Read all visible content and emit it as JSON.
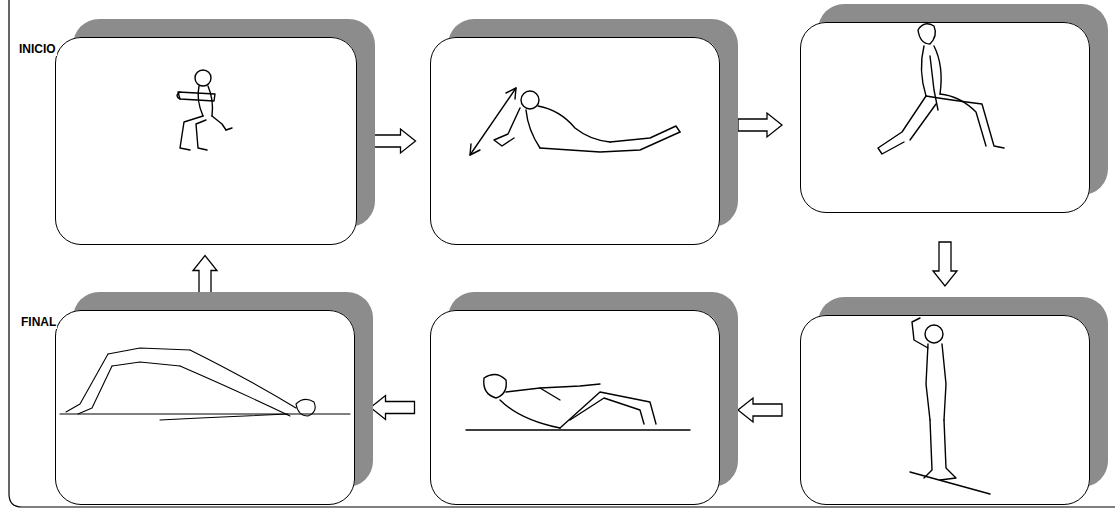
{
  "diagram": {
    "nodes": [
      {
        "text": [
          "INICIO"
        ]
      },
      {
        "text": []
      },
      {
        "text": []
      },
      {
        "text": [
          "FINAL"
        ]
      },
      {
        "text": []
      },
      {
        "text": []
      }
    ],
    "edges": [
      {
        "from": 0,
        "to": 1,
        "arrow": "to"
      },
      {
        "from": 1,
        "to": 2,
        "arrow": "to"
      },
      {
        "from": 2,
        "to": 5,
        "arrow": "to"
      },
      {
        "from": 5,
        "to": 4,
        "arrow": "to"
      },
      {
        "from": 4,
        "to": 3,
        "arrow": "to"
      },
      {
        "from": 3,
        "to": 0,
        "arrow": "to"
      }
    ]
  }
}
